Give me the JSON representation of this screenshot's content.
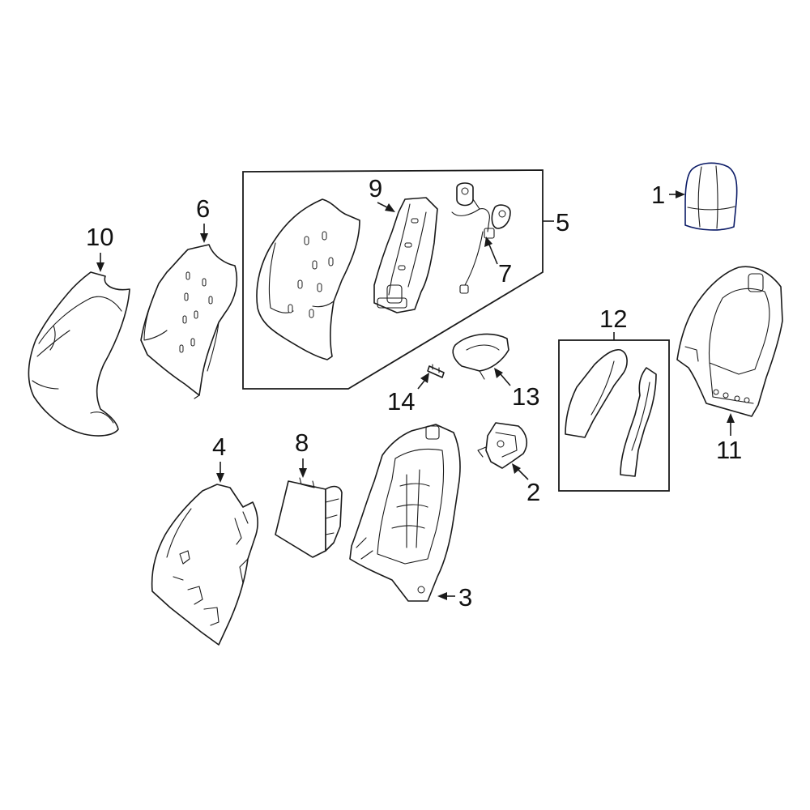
{
  "diagram": {
    "highlight_color": "#2a43d6",
    "callouts": {
      "c1": "1",
      "c2": "2",
      "c3": "3",
      "c4": "4",
      "c5": "5",
      "c6": "6",
      "c7": "7",
      "c8": "8",
      "c9": "9",
      "c10": "10",
      "c11": "11",
      "c12": "12",
      "c13": "13",
      "c14": "14"
    }
  }
}
